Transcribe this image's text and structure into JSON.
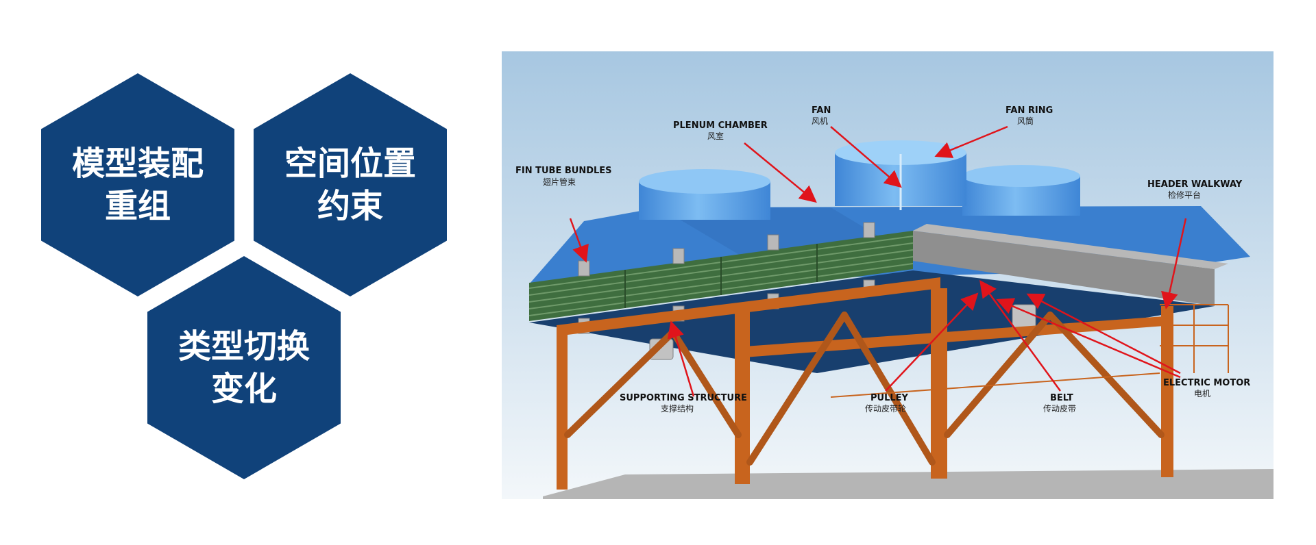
{
  "hexagons": [
    {
      "line1": "模型装配",
      "line2": "重组"
    },
    {
      "line1": "空间位置",
      "line2": "约束"
    },
    {
      "line1": "类型切换",
      "line2": "变化"
    }
  ],
  "diagram": {
    "labels": {
      "fin_tube_bundles": {
        "en": "FIN TUBE BUNDLES",
        "cn": "翅片管束"
      },
      "plenum_chamber": {
        "en": "PLENUM CHAMBER",
        "cn": "风室"
      },
      "fan": {
        "en": "FAN",
        "cn": "风机"
      },
      "fan_ring": {
        "en": "FAN RING",
        "cn": "风筒"
      },
      "header_walkway": {
        "en": "HEADER WALKWAY",
        "cn": "检修平台"
      },
      "supporting_structure": {
        "en": "SUPPORTING STRUCTURE",
        "cn": "支撑结构"
      },
      "pulley": {
        "en": "PULLEY",
        "cn": "传动皮带轮"
      },
      "belt": {
        "en": "BELT",
        "cn": "传动皮带"
      },
      "electric_motor": {
        "en": "ELECTRIC MOTOR",
        "cn": "电机"
      }
    },
    "colors": {
      "sky_top": "#a7c7e1",
      "sky_bottom": "#eef4f8",
      "plenum": "#3a7fcf",
      "fan_ring": "#5aa4ea",
      "steel": "#c8641e",
      "tube_bundle": "#3f6e3f",
      "arrow": "#e0141b",
      "hex_fill": "#10427a"
    }
  }
}
